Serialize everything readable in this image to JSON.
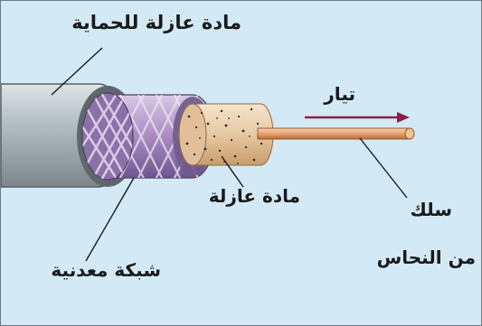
{
  "labels": {
    "outer_insulation": "مادة عازلة للحماية",
    "current": "تيار",
    "insulation": "مادة عازلة",
    "wire_line1": "سلك",
    "wire_line2": "من النحاس",
    "metal_mesh": "شبكة معدنية"
  },
  "colors": {
    "background": "#d3eaf6",
    "outer_jacket": "#a6b0b6",
    "mesh": "#a98cc0",
    "dielectric": "#e8c8a2",
    "copper": "#e9a46e",
    "arrow": "#8b1e4a"
  }
}
